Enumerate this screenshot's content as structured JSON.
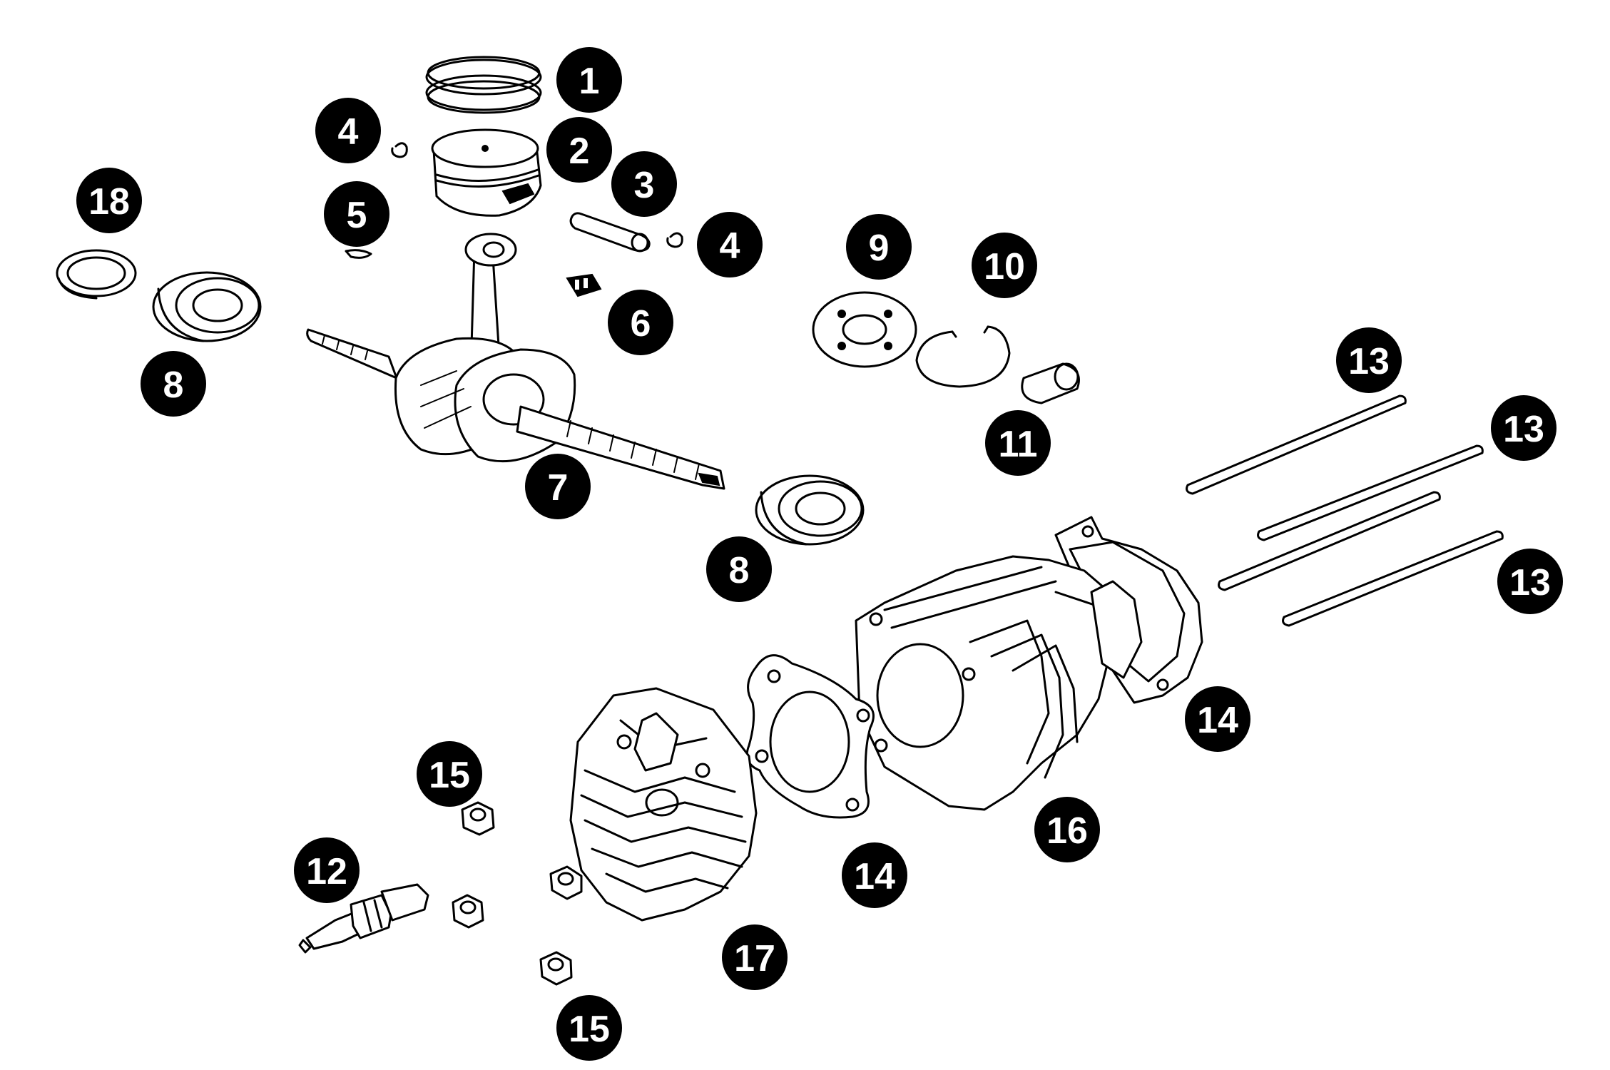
{
  "callouts": [
    {
      "label": "1"
    },
    {
      "label": "2"
    },
    {
      "label": "3"
    },
    {
      "label": "4"
    },
    {
      "label": "4"
    },
    {
      "label": "5"
    },
    {
      "label": "6"
    },
    {
      "label": "7"
    },
    {
      "label": "8"
    },
    {
      "label": "8"
    },
    {
      "label": "9"
    },
    {
      "label": "10"
    },
    {
      "label": "11"
    },
    {
      "label": "12"
    },
    {
      "label": "13"
    },
    {
      "label": "13"
    },
    {
      "label": "13"
    },
    {
      "label": "14"
    },
    {
      "label": "14"
    },
    {
      "label": "15"
    },
    {
      "label": "15"
    },
    {
      "label": "16"
    },
    {
      "label": "17"
    },
    {
      "label": "18"
    }
  ]
}
